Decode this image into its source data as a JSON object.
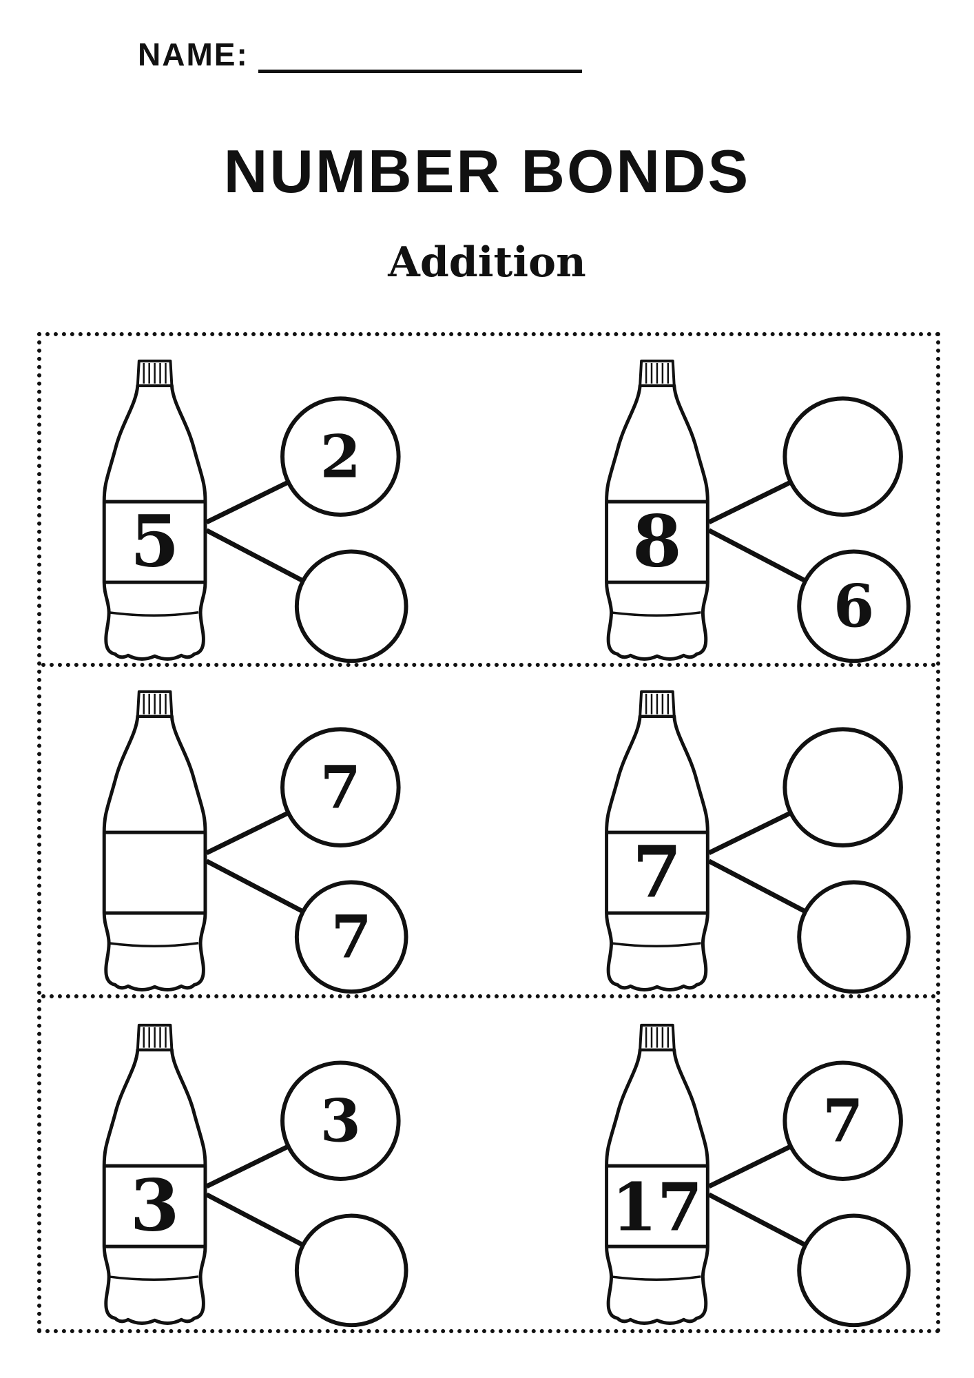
{
  "colors": {
    "ink": "#111111",
    "paper": "#ffffff"
  },
  "header": {
    "name_label": "NAME:",
    "title": "NUMBER BONDS",
    "subtitle": "Addition"
  },
  "bonds": [
    {
      "whole": "5",
      "part_top": "2",
      "part_bottom": ""
    },
    {
      "whole": "8",
      "part_top": "",
      "part_bottom": "6"
    },
    {
      "whole": "",
      "part_top": "7",
      "part_bottom": "7"
    },
    {
      "whole": "7",
      "part_top": "",
      "part_bottom": ""
    },
    {
      "whole": "3",
      "part_top": "3",
      "part_bottom": ""
    },
    {
      "whole": "17",
      "part_top": "7",
      "part_bottom": ""
    }
  ]
}
